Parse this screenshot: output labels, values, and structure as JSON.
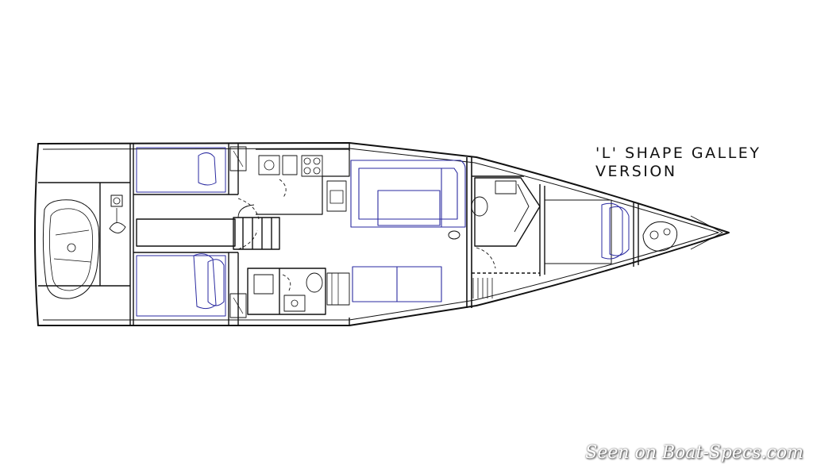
{
  "caption": {
    "line1": "'L' SHAPE GALLEY",
    "line2": "VERSION"
  },
  "watermark": "Seen on Boat-Specs.com",
  "colors": {
    "structure": "#111111",
    "furniture": "#2a2aa0",
    "background": "#ffffff"
  }
}
